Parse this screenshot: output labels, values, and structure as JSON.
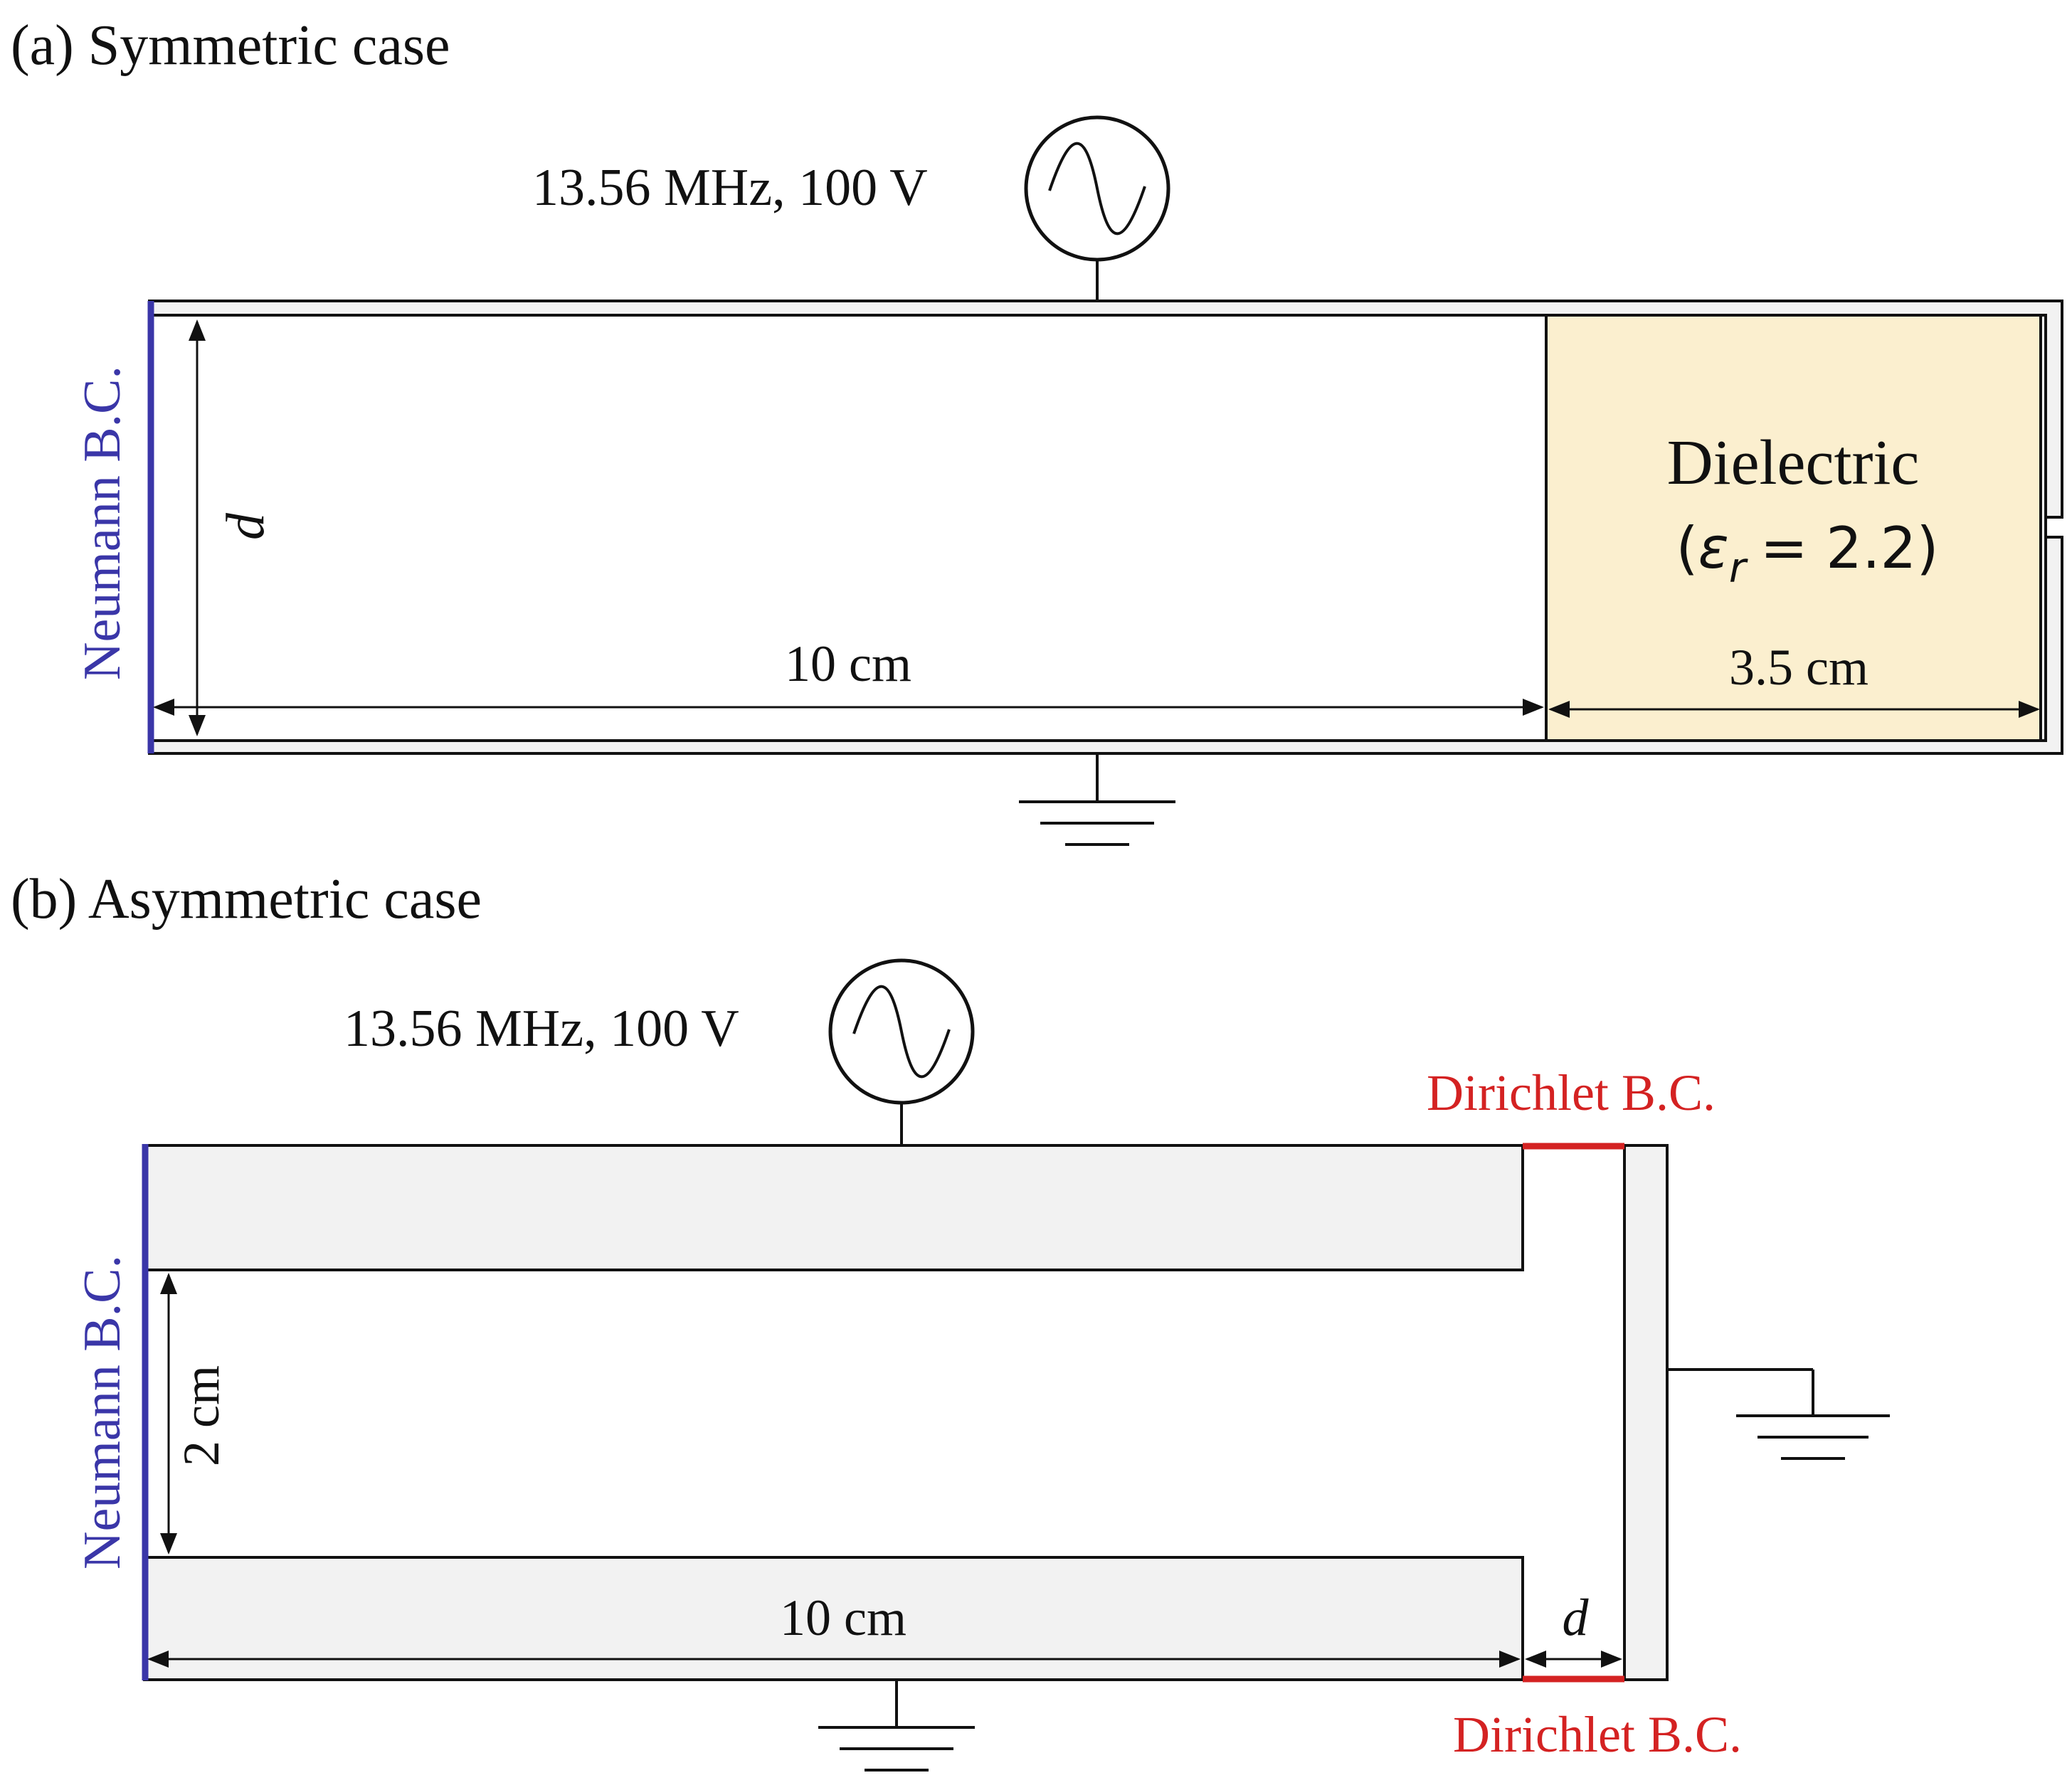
{
  "panel_a": {
    "title": "(a) Symmetric case",
    "source_label": "13.56 MHz, 100 V",
    "neumann_label": "Neumann B.C.",
    "gap_label": "d",
    "length_label": "10 cm",
    "dielectric_label": "Dielectric",
    "permittivity_label": "(εr = 2.2)",
    "permittivity_symbol": "ε",
    "permittivity_sub": "r",
    "permittivity_value": "= 2.2",
    "dielectric_length_label": "3.5 cm"
  },
  "panel_b": {
    "title": "(b) Asymmetric case",
    "source_label": "13.56 MHz, 100 V",
    "neumann_label": "Neumann B.C.",
    "gap_label": "2 cm",
    "length_label": "10 cm",
    "side_gap_label": "d",
    "dirichlet_top_label": "Dirichlet B.C.",
    "dirichlet_bottom_label": "Dirichlet B.C."
  },
  "colors": {
    "neumann": "#3a36a8",
    "dirichlet": "#d42222",
    "dielectric_fill": "#fbefcf",
    "electrode_fill": "#f2f2f2",
    "line": "#111111"
  }
}
